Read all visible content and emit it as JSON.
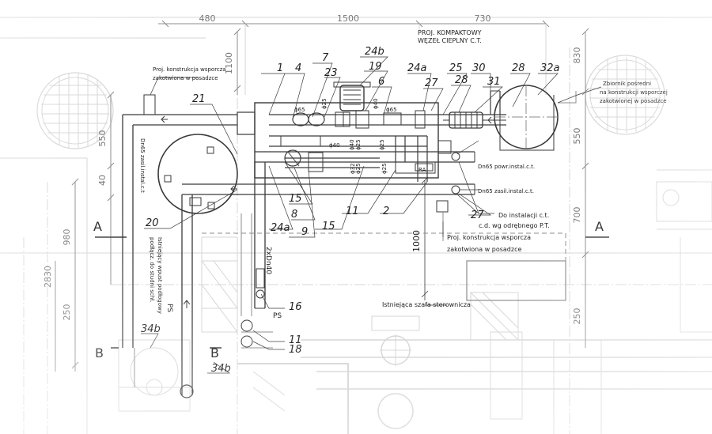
{
  "dimensions": {
    "d480": "480",
    "d1500": "1500",
    "d730": "730",
    "d1100": "1100",
    "d550_left": "550",
    "d40": "40",
    "d980": "980",
    "d2830": "2830",
    "d250_left": "250",
    "d830": "830",
    "d550_right": "550",
    "d700": "700",
    "d250_right": "250",
    "d1000": "1000"
  },
  "notes": {
    "compact_unit_line1": "PROJ. KOMPAKTOWY",
    "compact_unit_line2": "WĘZEŁ CIEPLNY C.T.",
    "support_top_left_line1": "Proj. konstrukcja wsporcza",
    "support_top_left_line2": "zakotwiona w posadzce",
    "tank_right_line1": "Zbiornik pośredni",
    "tank_right_line2": "na konstrukcji wsporczej",
    "tank_right_line3": "zakotwionej w posadzce",
    "dn65_supply_left": "Dn65 zasil.instal.c.t",
    "dn65_return": "Dn65 powr.instal.c.t.",
    "dn65_supply": "Dn65 zasil.instal.c.t.",
    "to_installation": "Do instalacji c.t.",
    "cd_pt": "c.d. wg odrębnego P.T.",
    "support_bottom_line1": "Proj. konstrukcja wsporcza",
    "support_bottom_line2": "zakotwiona w posadzce",
    "existing_cabinet": "Istniejąca szafa sterownicza",
    "existing_drain_line1": "Istniejący wpust podłogowy",
    "existing_drain_line2": "podłącz. do studni schł.",
    "pipe_2xdn40": "2xDn40",
    "ps_upper": "PS",
    "ps_lower": "PS",
    "ra": "RA",
    "phi65_a": "ϕ65",
    "phi65_b": "ϕ65",
    "phi40_a": "ϕ40",
    "phi40_b": "ϕ40",
    "phi40_c": "ϕ40",
    "phi25_a": "ϕ25",
    "phi25_b": "ϕ25",
    "phi25_c": "ϕ25",
    "phi25_d": "ϕ25",
    "phi25_e": "ϕ25",
    "phi32": "ϕ32"
  },
  "sections": {
    "a_left": "A",
    "a_right": "A",
    "b_left": "B",
    "b_mid": "B"
  },
  "callouts": {
    "c1": "1",
    "c4": "4",
    "c7": "7",
    "c24b_top": "24b",
    "c23": "23",
    "c19": "19",
    "c6": "6",
    "c24a_top": "24a",
    "c25": "25",
    "c30": "30",
    "c28_mid": "28",
    "c27_top": "27",
    "c31": "31",
    "c28_right": "28",
    "c32a": "32a",
    "c21": "21",
    "c20": "20",
    "c15_a": "15",
    "c8": "8",
    "c24a_low": "24a",
    "c9": "9",
    "c15_b": "15",
    "c11_mid": "11",
    "c2": "2",
    "c27_low": "27",
    "c16": "16",
    "c11_low": "11",
    "c18": "18",
    "c34b_a": "34b",
    "c34b_b": "34b"
  },
  "colors": {
    "line_dark": "#3a3a3a",
    "line_mid": "#8c8c8c",
    "line_faint": "#d6d6d6",
    "text": "#222222"
  }
}
